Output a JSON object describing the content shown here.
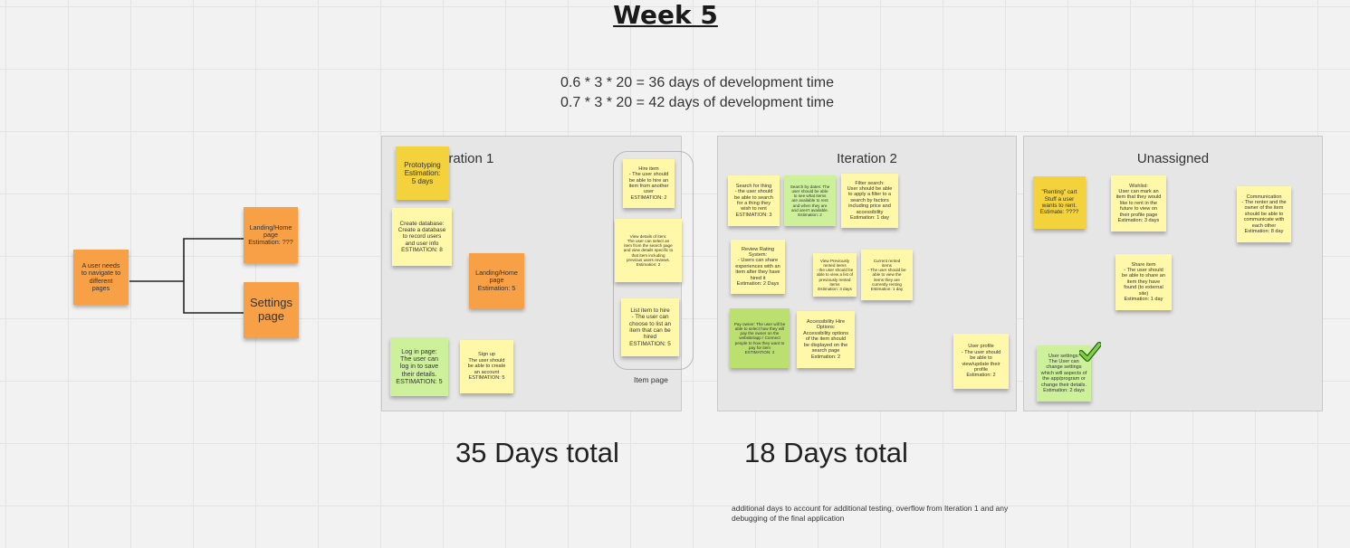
{
  "header": {
    "title": "Week 5",
    "formula_line1": "0.6 * 3 * 20 = 36 days of development time",
    "formula_line2": "0.7 * 3 * 20 = 42 days of development time"
  },
  "flow": {
    "start_note": "A user needs\nto navigate to\ndifferent\npages",
    "landing_note": "Landing/Home\npage\nEstimation: ???",
    "settings_note": "Settings\npage"
  },
  "iteration1": {
    "title": "Iteration 1",
    "notes": {
      "prototyping": "Prototyping\nEstimation:\n5 days",
      "create_database": "Create database:\nCreate a database\nto record users\nand user info\nESTIMATION: 8",
      "landing_home": "Landing/Home\npage\nEstimation: 5",
      "log_in": "Log in page:\nThe user can\nlog in to save\ntheir details.\nESTIMATION: 5",
      "sign_up": "Sign up\nThe user should\nbe able to create\nan account\nESTIMATION: 5",
      "hire_item": "Hire item\n- The user should\nbe able to hire an\nitem from another\nuser\nESTIMATION: 2",
      "view_details": "View details of item:\nThe user can select an\nitem from the search page\nand view details specific to\nthat item including\nprevious users reviews.\nEstimation: 2",
      "list_item": "List item to hire\n- The user can\nchoose to list an\nitem that can be\nhired\nESTIMATION: 5"
    },
    "group_label": "Item page",
    "total": "35 Days total"
  },
  "iteration2": {
    "title": "Iteration 2",
    "notes": {
      "search_thing": "Search for thing\n- the user should\nbe able to search\nfor a thing they\nwish to rent\nESTIMATION: 3",
      "search_dates": "Search by dates: The\nuser should be able\nto see what items\nare available to rent\nand when they are\nand aren't available.\nEstimation: 2",
      "filter_search": "Filter search:\nUser should be able\nto apply a filter to a\nsearch by factors\nincluding price and\naccessibility\nEstimation: 1 day",
      "review_rating": "Review Rating\nSystem:\n- Users can share\nexperiences with an\nitem after they have\nhired it\nEstimation: 2 Days",
      "view_previously": "View Previously\nrented items\n- the user should be\nable to view a list of\npreviously rented\nitems\nEstimation: 3 days",
      "current_rented": "Current rented\nitems\n- The user should be\nable to view the\nitems they are\ncurrently renting\nEstimation: 1 day",
      "pay_owner": "Pay owner: The user will be\nable to select how they will\npay the owner on the\nwebsite/app / Connect\npeople to how they want to\npay for item\nESTIMATION: 2",
      "accessibility": "Accessibility Hire\nOptions:\nAccessibility options\nof the item should\nbe displayed on the\nsearch page\nEstimation: 2",
      "user_profile": "User profile\n- The user should\nbe able to\nview/update their\nprofile\nEstimation: 2"
    },
    "total": "18 Days total",
    "footnote": "additional days to account for additional testing, overflow from Iteration 1 and any\ndebugging of the final application"
  },
  "unassigned": {
    "title": "Unassigned",
    "notes": {
      "renting_cart": "\"Renting\" cart\nStuff a user\nwants to rent.\nEstimate: ????",
      "wishlist": "Wishlist:\nUser can mark an\nitem that they would\nlike to rent in the\nfuture to view on\ntheir profile page\nEstimation: 3 days",
      "communication": "Communication\n- The renter and the\nowner of the item\nshould be able to\ncommunicate with\neach other\nEstimation: 8 day",
      "share_item": "Share item\n- The user should\nbe able to share an\nitem they have\nfound (to external\nsite)\nEstimation: 1 day",
      "user_settings": "User settings:\nThe User can\nchange settings\nwhich will aspects of\nthe app/program or\nchange their details.\nEstimation: 2 days"
    }
  },
  "colors": {
    "yellow_note": "#fff8a8",
    "dark_yellow_note": "#f4d23b",
    "orange_note": "#f7a046",
    "green_note": "#cdf19b",
    "dark_green_note": "#bce070",
    "frame_bg": "#e6e6e6",
    "check_mark": "#6fbf3a"
  }
}
